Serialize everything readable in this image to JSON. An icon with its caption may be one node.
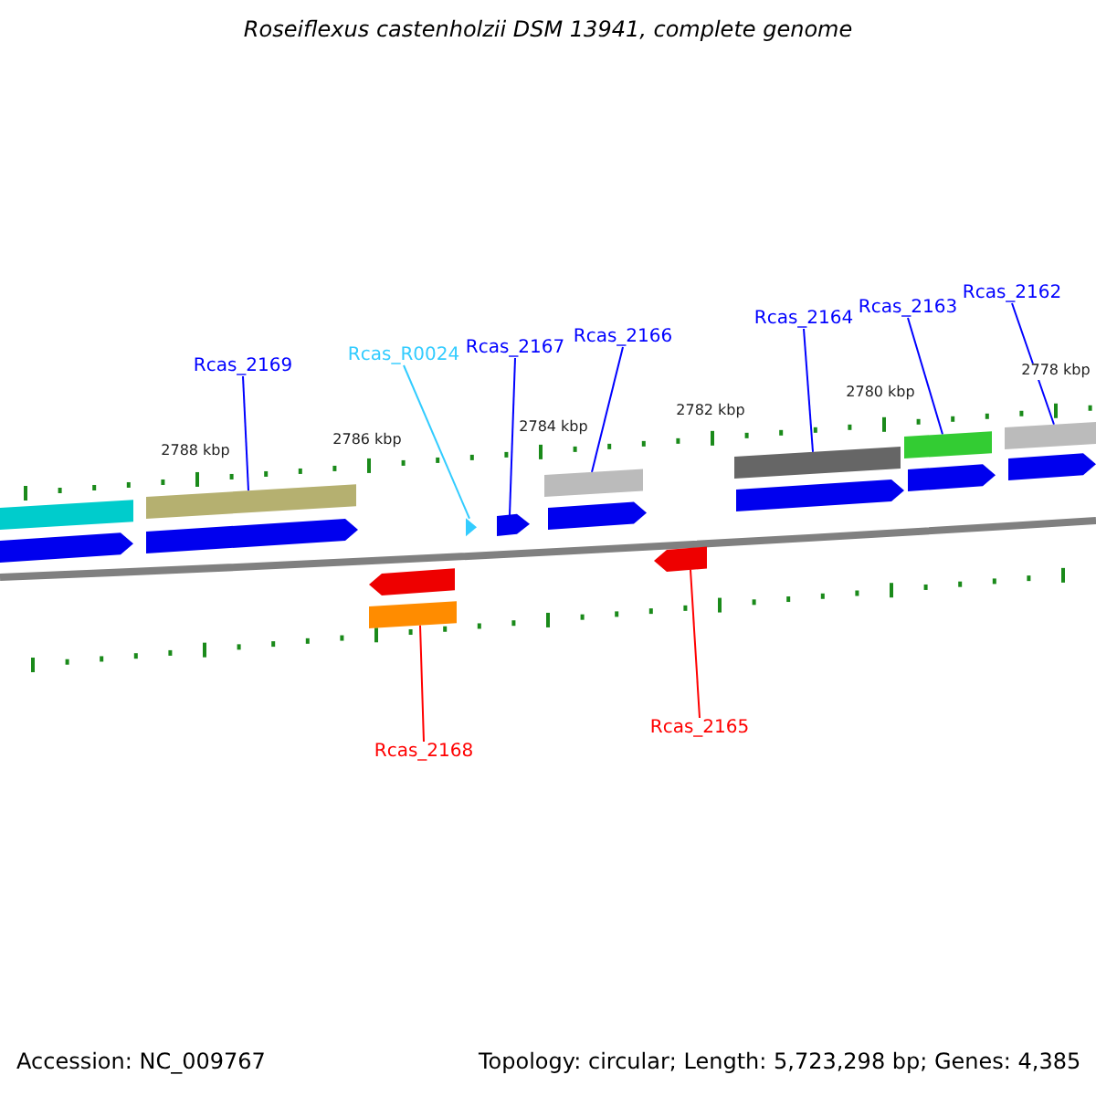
{
  "diagram": {
    "title": "Roseiflexus castenholzii DSM 13941, complete genome",
    "nodes": [
      {
        "text": [
          "Rcas_2169"
        ]
      },
      {
        "text": [
          "Rcas_R0024"
        ]
      },
      {
        "text": [
          "Rcas_2167"
        ]
      },
      {
        "text": [
          "Rcas_2166"
        ]
      },
      {
        "text": [
          "Rcas_2164"
        ]
      },
      {
        "text": [
          "Rcas_2163"
        ]
      },
      {
        "text": [
          "Rcas_2162"
        ]
      },
      {
        "text": [
          "Rcas_2168"
        ]
      },
      {
        "text": [
          "Rcas_2165"
        ]
      },
      {
        "text": [],
        "shape": "bar"
      },
      {
        "text": [],
        "shape": "pentagon"
      },
      {
        "text": [],
        "shape": "bar"
      },
      {
        "text": [],
        "shape": "pentagon"
      },
      {
        "text": [],
        "shape": "pentagon"
      },
      {
        "text": [],
        "shape": "bar"
      },
      {
        "text": [],
        "shape": "pentagon"
      },
      {
        "text": [],
        "shape": "pentagon"
      },
      {
        "text": [],
        "shape": "bar"
      },
      {
        "text": [],
        "shape": "pentagon"
      },
      {
        "text": [],
        "shape": "pentagon"
      },
      {
        "text": [],
        "shape": "bar"
      },
      {
        "text": [],
        "shape": "pentagon"
      },
      {
        "text": [],
        "shape": "bar"
      },
      {
        "text": [],
        "shape": "pentagon"
      },
      {
        "text": [],
        "shape": "bar"
      },
      {
        "text": [],
        "shape": "pentagon"
      }
    ],
    "edges": [
      {
        "from": 0,
        "to": 11,
        "arrow": "none"
      },
      {
        "from": 1,
        "to": 15,
        "arrow": "none",
        "color": "#33ccff"
      },
      {
        "from": 2,
        "to": 16,
        "arrow": "none"
      },
      {
        "from": 3,
        "to": 17,
        "arrow": "none"
      },
      {
        "from": 4,
        "to": 20,
        "arrow": "none"
      },
      {
        "from": 5,
        "to": 22,
        "arrow": "none"
      },
      {
        "from": 6,
        "to": 24,
        "arrow": "none"
      },
      {
        "from": 7,
        "to": 14,
        "arrow": "none",
        "color": "#ff0000"
      },
      {
        "from": 8,
        "to": 19,
        "arrow": "none",
        "color": "#ff0000"
      }
    ],
    "labels": [
      "2788 kbp",
      "2786 kbp",
      "2784 kbp",
      "2782 kbp",
      "2780 kbp",
      "2778 kbp",
      "Accession: NC_009767",
      "Topology: circular; Length: 5,723,298 bp; Genes: 4,385"
    ]
  }
}
